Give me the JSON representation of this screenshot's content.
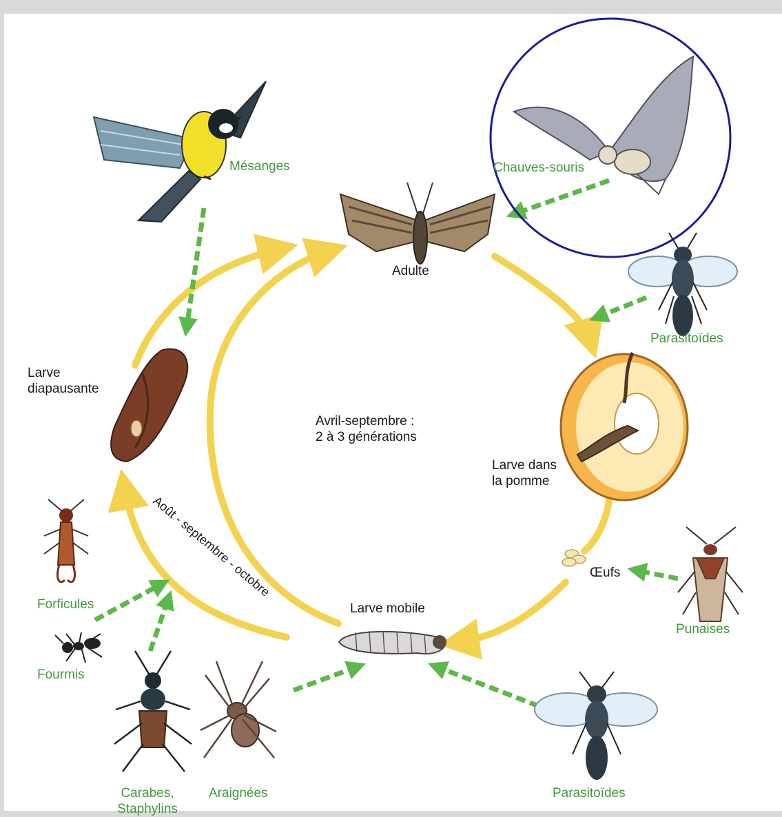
{
  "stages": {
    "adult": "Adulte",
    "larva_in_apple": "Larve dans\nla pomme",
    "eggs": "Œufs",
    "mobile_larva": "Larve mobile",
    "diapausing_larva": "Larve\ndiapausante"
  },
  "periods": {
    "summer": "Avril-septembre :\n2 à 3 générations",
    "autumn": "Août - septembre - octobre"
  },
  "predators": {
    "tits": "Mésanges",
    "bats": "Chauves-souris",
    "parasitoids_top": "Parasitoïdes",
    "bugs": "Punaises",
    "parasitoids_bottom": "Parasitoïdes",
    "spiders": "Araignées",
    "beetles": "Carabes,\nStaphylins",
    "ants": "Fourmis",
    "earwigs": "Forficules"
  },
  "colors": {
    "cycle_arrow": "#f2d24e",
    "predation_arrow": "#5cb848",
    "label_green": "#3f9a3a",
    "highlight_circle": "#1c1c9a"
  }
}
